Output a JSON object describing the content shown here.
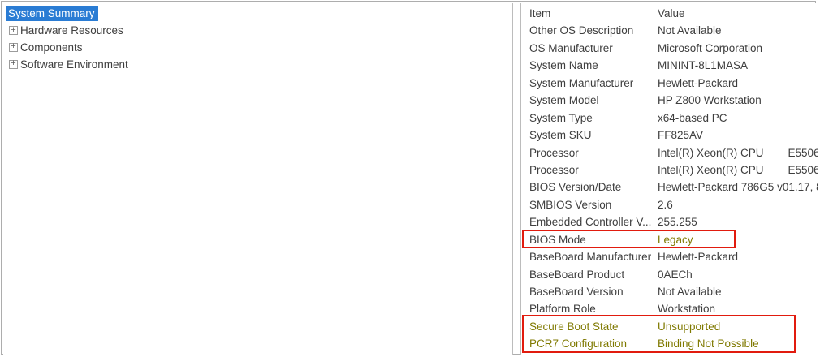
{
  "tree": {
    "items": [
      {
        "label": "System Summary",
        "selected": true,
        "expandable": false
      },
      {
        "label": "Hardware Resources",
        "selected": false,
        "expandable": true
      },
      {
        "label": "Components",
        "selected": false,
        "expandable": true
      },
      {
        "label": "Software Environment",
        "selected": false,
        "expandable": true
      }
    ]
  },
  "list": {
    "columns": [
      "Item",
      "Value"
    ],
    "rows": [
      {
        "item": "Other OS Description",
        "value": "Not Available"
      },
      {
        "item": "OS Manufacturer",
        "value": "Microsoft Corporation"
      },
      {
        "item": "System Name",
        "value": "MININT-8L1MASA"
      },
      {
        "item": "System Manufacturer",
        "value": "Hewlett-Packard"
      },
      {
        "item": "System Model",
        "value": "HP Z800 Workstation"
      },
      {
        "item": "System Type",
        "value": "x64-based PC"
      },
      {
        "item": "System SKU",
        "value": "FF825AV"
      },
      {
        "item": "Processor",
        "value": "Intel(R) Xeon(R) CPU        E5506"
      },
      {
        "item": "Processor",
        "value": "Intel(R) Xeon(R) CPU        E5506"
      },
      {
        "item": "BIOS Version/Date",
        "value": "Hewlett-Packard 786G5 v01.17, 8/"
      },
      {
        "item": "SMBIOS Version",
        "value": "2.6"
      },
      {
        "item": "Embedded Controller V...",
        "value": "255.255"
      },
      {
        "item": "BIOS Mode",
        "value": "Legacy"
      },
      {
        "item": "BaseBoard Manufacturer",
        "value": "Hewlett-Packard"
      },
      {
        "item": "BaseBoard Product",
        "value": "0AECh"
      },
      {
        "item": "BaseBoard Version",
        "value": "Not Available"
      },
      {
        "item": "Platform Role",
        "value": "Workstation"
      },
      {
        "item": "Secure Boot State",
        "value": "Unsupported"
      },
      {
        "item": "PCR7 Configuration",
        "value": "Binding Not Possible"
      }
    ]
  },
  "annotations": {
    "bios_mode_box": "red rectangle around BIOS Mode row",
    "secure_boot_box": "red rectangle around Secure Boot State and PCR7 Configuration rows"
  },
  "colors": {
    "selection_blue": "#2a7cd4",
    "annotation_red": "#e11b0e",
    "warning_text_olive": "#7f7900",
    "text": "#3e3e3e",
    "border_gray": "#bcbcbc"
  }
}
